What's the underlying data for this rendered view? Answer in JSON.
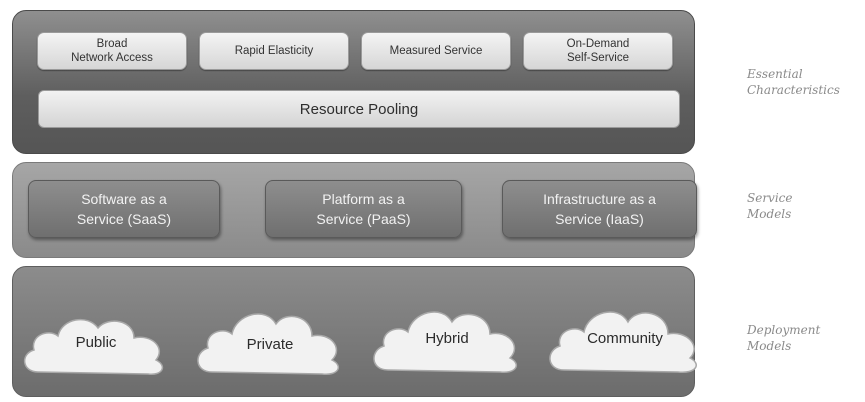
{
  "essential": {
    "chips": [
      "Broad\nNetwork Access",
      "Rapid Elasticity",
      "Measured Service",
      "On-Demand\nSelf-Service"
    ],
    "pooling": "Resource Pooling",
    "label": "Essential\nCharacteristics"
  },
  "service": {
    "models": [
      "Software as a\nService (SaaS)",
      "Platform as a\nService (PaaS)",
      "Infrastructure as a\nService (IaaS)"
    ],
    "label": "Service\nModels"
  },
  "deployment": {
    "clouds": [
      "Public",
      "Private",
      "Hybrid",
      "Community"
    ],
    "label": "Deployment\nModels"
  }
}
